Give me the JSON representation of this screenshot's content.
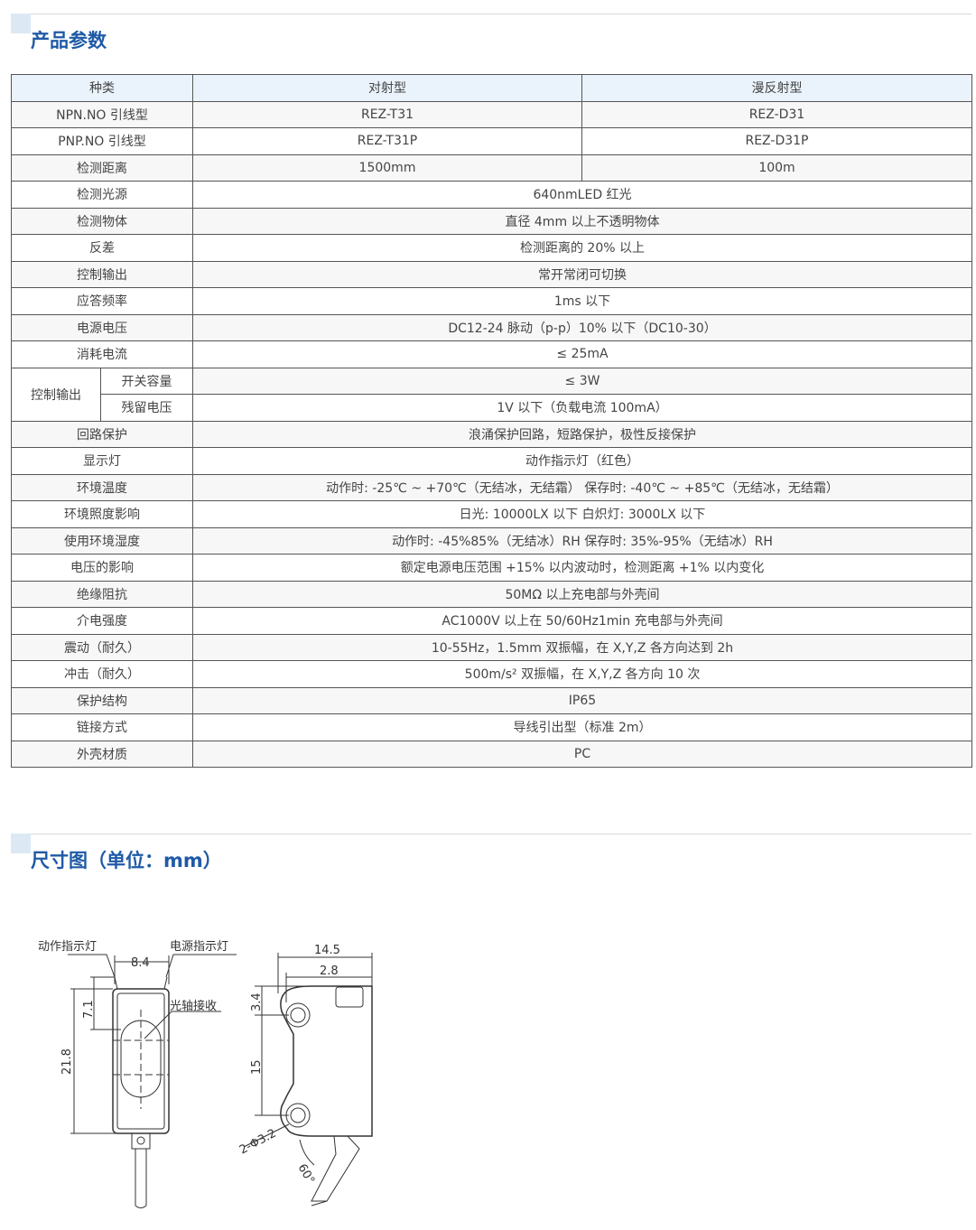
{
  "section1": {
    "title": "产品参数"
  },
  "table": {
    "header": [
      "种类",
      "对射型",
      "漫反射型"
    ],
    "three_col_rows": [
      [
        "NPN.NO 引线型",
        "REZ-T31",
        "REZ-D31"
      ],
      [
        "PNP.NO 引线型",
        "REZ-T31P",
        "REZ-D31P"
      ],
      [
        "检测距离",
        "1500mm",
        "100m"
      ]
    ],
    "rows_a": [
      [
        "检测光源",
        "640nmLED 红光"
      ],
      [
        "检测物体",
        "直径 4mm 以上不透明物体"
      ],
      [
        "反差",
        "检测距离的 20% 以上"
      ],
      [
        "控制输出",
        "常开常闭可切换"
      ],
      [
        "应答频率",
        "1ms 以下"
      ],
      [
        "电源电压",
        "DC12-24 脉动（p-p）10% 以下（DC10-30）"
      ],
      [
        "消耗电流",
        "≤ 25mA"
      ]
    ],
    "group": {
      "label": "控制输出",
      "rows": [
        [
          "开关容量",
          "≤ 3W"
        ],
        [
          "残留电压",
          "1V 以下（负载电流 100mA）"
        ]
      ]
    },
    "rows_b": [
      [
        "回路保护",
        "浪涌保护回路，短路保护，极性反接保护"
      ],
      [
        "显示灯",
        "动作指示灯（红色）"
      ],
      [
        "环境温度",
        "动作时: -25℃ ~ +70℃（无结冰，无结霜） 保存时: -40℃ ~ +85℃（无结冰，无结霜）"
      ],
      [
        "环境照度影响",
        "日光: 10000LX 以下 白炽灯: 3000LX 以下"
      ],
      [
        "使用环境湿度",
        "动作时: -45%85%（无结冰）RH 保存时: 35%-95%（无结冰）RH"
      ],
      [
        "电压的影响",
        "额定电源电压范围 +15% 以内波动时，检测距离 +1% 以内变化"
      ],
      [
        "绝缘阻抗",
        "50MΩ 以上充电部与外壳间"
      ],
      [
        "介电强度",
        "AC1000V 以上在 50/60Hz1min 充电部与外壳间"
      ],
      [
        "震动（耐久）",
        "10-55Hz，1.5mm 双振幅，在 X,Y,Z 各方向达到 2h"
      ],
      [
        "冲击（耐久）",
        "500m/s² 双振幅，在 X,Y,Z 各方向 10 次"
      ],
      [
        "保护结构",
        "IP65"
      ],
      [
        "链接方式",
        "导线引出型（标准 2m）"
      ],
      [
        "外壳材质",
        "PC"
      ]
    ]
  },
  "section2": {
    "title": "尺寸图（单位：mm）"
  },
  "drawing": {
    "label_action_led": "动作指示灯",
    "label_power_led": "电源指示灯",
    "label_axis_receive": "光轴接收",
    "dim_width_front": "8.4",
    "dim_top": "7.1",
    "dim_height": "21.8",
    "dim_depth": "14.5",
    "dim_depth_small": "2.8",
    "dim_hole_offset": "3.4",
    "dim_hole_pitch": "15",
    "dim_holes": "2-Φ3.2",
    "dim_angle": "60°"
  }
}
